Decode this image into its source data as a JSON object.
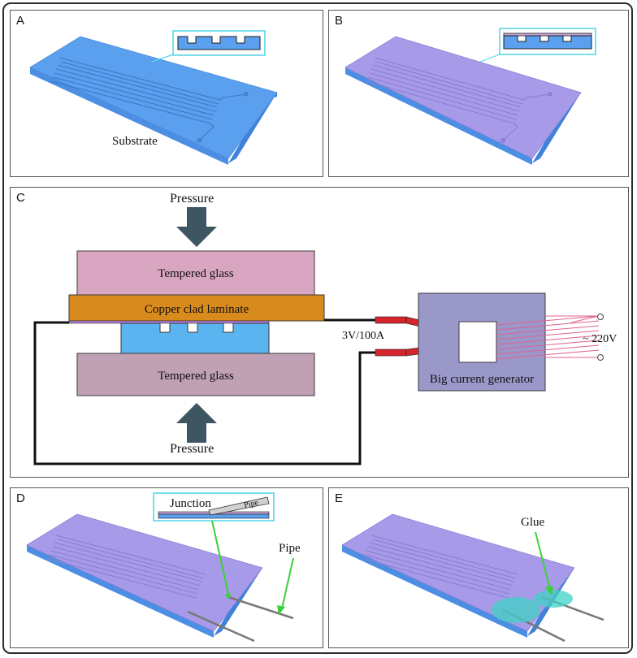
{
  "panels": {
    "a": {
      "label": "A",
      "substrate_text": "Substrate"
    },
    "b": {
      "label": "B"
    },
    "c": {
      "label": "C",
      "pressure_top": "Pressure",
      "pressure_bottom": "Pressure",
      "glass_top": "Tempered glass",
      "laminate": "Copper clad laminate",
      "glass_bottom": "Tempered glass",
      "current_spec": "3V/100A",
      "generator": "Big current generator",
      "voltage": "~ 220V"
    },
    "d": {
      "label": "D",
      "junction": "Junction",
      "pipe_inset": "Pipe",
      "pipe": "Pipe"
    },
    "e": {
      "label": "E",
      "glue": "Glue"
    }
  },
  "colors": {
    "substrate_blue": "#5aa0ee",
    "coated_purple": "#a79ae8",
    "tempered_glass_top": "#d9a6c2",
    "tempered_glass_bottom": "#bfa1b3",
    "copper_laminate": "#d98a1c",
    "generator_box": "#9a98c9",
    "arrow": "#3e5562",
    "lead_red": "#d4242c",
    "inset_border": "#59d7e6",
    "glue": "#3fd1c6",
    "pointer_green": "#39d23a"
  }
}
